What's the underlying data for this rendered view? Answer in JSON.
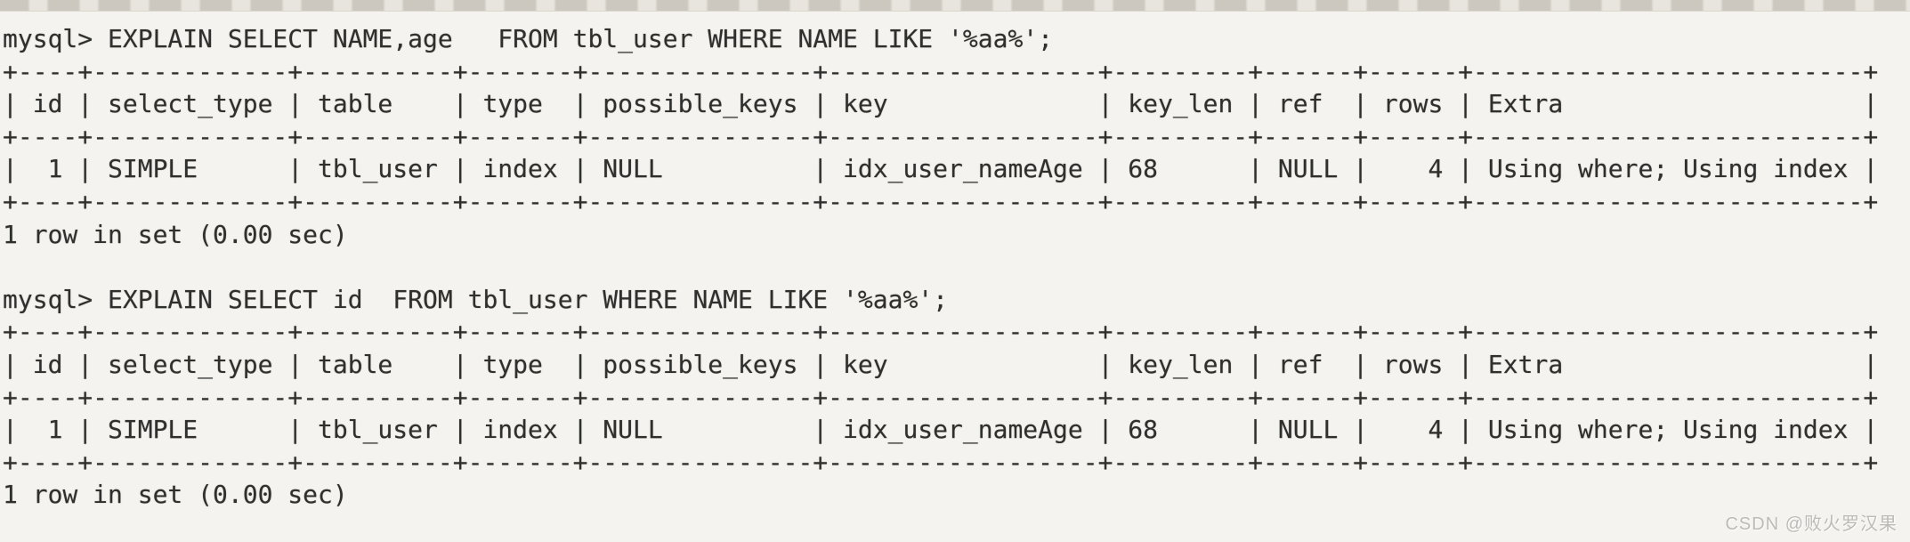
{
  "window": {
    "top_bar_color": "#ccc8bf",
    "background_color": "#f4f3ef",
    "text_color": "#2f2f2e"
  },
  "terminal": {
    "sessions": [
      {
        "prompt": "mysql>",
        "command": "EXPLAIN SELECT NAME,age   FROM tbl_user WHERE NAME LIKE '%aa%';",
        "result_table": {
          "columns": [
            "id",
            "select_type",
            "table",
            "type",
            "possible_keys",
            "key",
            "key_len",
            "ref",
            "rows",
            "Extra"
          ],
          "aligns": [
            "right",
            "left",
            "left",
            "left",
            "left",
            "left",
            "left",
            "left",
            "right",
            "left"
          ],
          "rows": [
            [
              "1",
              "SIMPLE",
              "tbl_user",
              "index",
              "NULL",
              "idx_user_nameAge",
              "68",
              "NULL",
              "4",
              "Using where; Using index"
            ]
          ]
        },
        "status": "1 row in set (0.00 sec)"
      },
      {
        "prompt": "mysql>",
        "command": "EXPLAIN SELECT id  FROM tbl_user WHERE NAME LIKE '%aa%';",
        "result_table": {
          "columns": [
            "id",
            "select_type",
            "table",
            "type",
            "possible_keys",
            "key",
            "key_len",
            "ref",
            "rows",
            "Extra"
          ],
          "aligns": [
            "right",
            "left",
            "left",
            "left",
            "left",
            "left",
            "left",
            "left",
            "right",
            "left"
          ],
          "rows": [
            [
              "1",
              "SIMPLE",
              "tbl_user",
              "index",
              "NULL",
              "idx_user_nameAge",
              "68",
              "NULL",
              "4",
              "Using where; Using index"
            ]
          ]
        },
        "status": "1 row in set (0.00 sec)"
      }
    ]
  },
  "watermark": {
    "text": "CSDN @败火罗汉果",
    "color": "#bdbbb8"
  }
}
